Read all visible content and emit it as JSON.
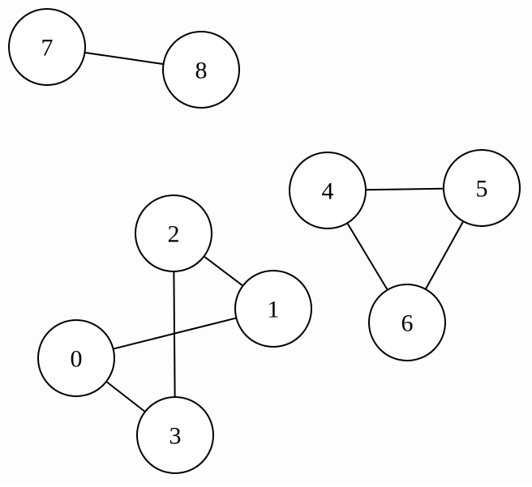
{
  "graph": {
    "nodes": [
      {
        "id": "0",
        "label": "0"
      },
      {
        "id": "1",
        "label": "1"
      },
      {
        "id": "2",
        "label": "2"
      },
      {
        "id": "3",
        "label": "3"
      },
      {
        "id": "4",
        "label": "4"
      },
      {
        "id": "5",
        "label": "5"
      },
      {
        "id": "6",
        "label": "6"
      },
      {
        "id": "7",
        "label": "7"
      },
      {
        "id": "8",
        "label": "8"
      }
    ],
    "edges": [
      [
        "7",
        "8"
      ],
      [
        "4",
        "5"
      ],
      [
        "4",
        "6"
      ],
      [
        "5",
        "6"
      ],
      [
        "2",
        "1"
      ],
      [
        "2",
        "3"
      ],
      [
        "0",
        "1"
      ],
      [
        "0",
        "3"
      ]
    ],
    "colors": {
      "node_fill": "#ffffff",
      "stroke": "#000000",
      "background": "#fdfdfd"
    }
  }
}
